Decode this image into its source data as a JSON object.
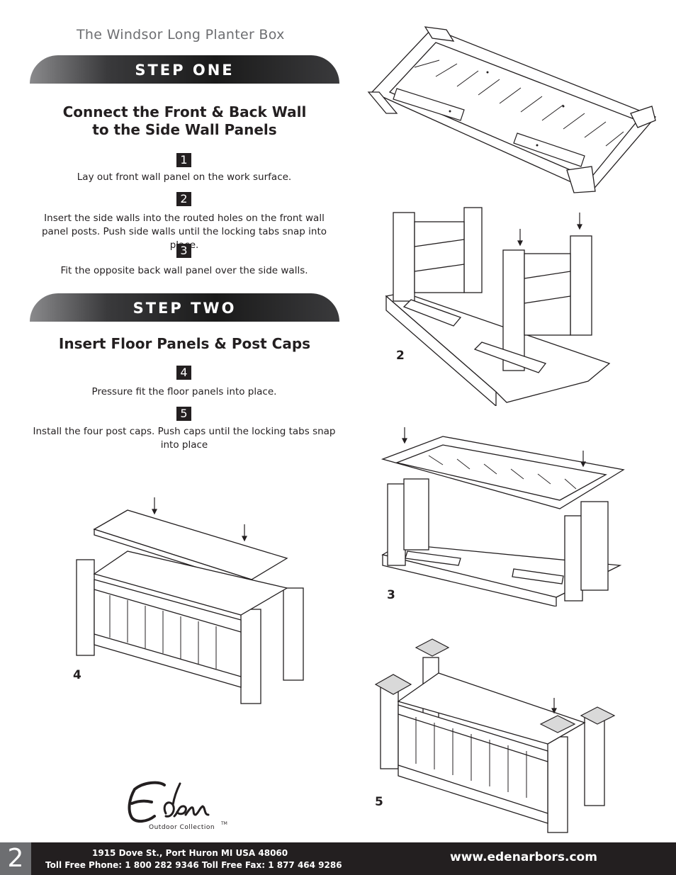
{
  "header": {
    "product_title": "The Windsor Long Planter Box"
  },
  "step_one": {
    "banner": "STEP ONE",
    "heading_line1": "Connect the Front & Back Wall",
    "heading_line2": "to the Side Wall Panels",
    "instructions": [
      {
        "number": "1",
        "text": "Lay out front wall panel on the work surface."
      },
      {
        "number": "2",
        "text_line1": "Insert the side walls into the routed holes on the front wall",
        "text_line2": "panel posts. Push side walls until the locking tabs snap into place."
      },
      {
        "number": "3",
        "text": "Fit the opposite back wall panel over the side walls."
      }
    ]
  },
  "step_two": {
    "banner": "STEP TWO",
    "heading": "Insert Floor Panels & Post Caps",
    "instructions": [
      {
        "number": "4",
        "text": "Pressure fit the floor panels into place."
      },
      {
        "number": "5",
        "text_line1": "Install the four post caps. Push caps until the locking tabs snap",
        "text_line2": "into place"
      }
    ]
  },
  "figures": {
    "fig2": "2",
    "fig3": "3",
    "fig4": "4",
    "fig5": "5"
  },
  "logo": {
    "name": "Eden",
    "tagline": "Outdoor Collection",
    "tm": "TM"
  },
  "footer": {
    "page_number": "2",
    "address_line1": "1915 Dove St., Port Huron MI  USA  48060",
    "address_line2": "Toll Free Phone:  1 800 282 9346  Toll Free Fax:  1 877 464 9286",
    "website": "www.edenarbors.com"
  }
}
